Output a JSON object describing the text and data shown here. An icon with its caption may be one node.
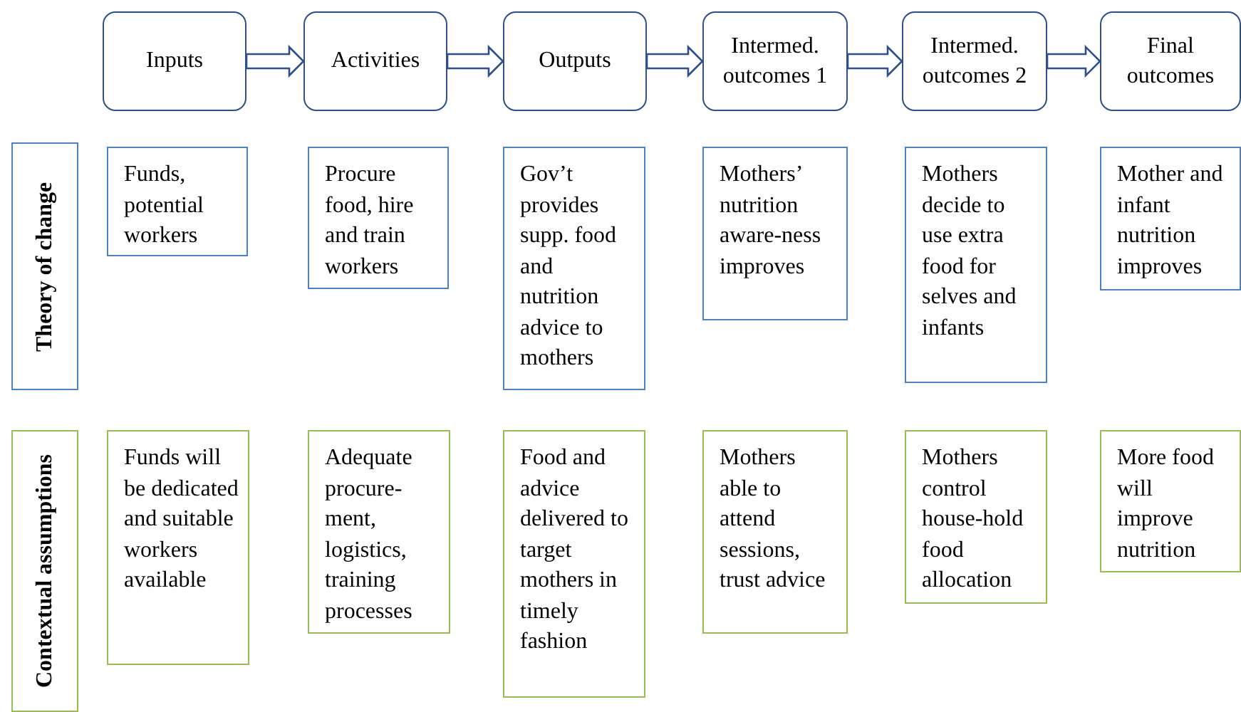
{
  "diagram": {
    "nodes": [
      {
        "text": [
          "Inputs"
        ]
      },
      {
        "text": [
          "Activities"
        ]
      },
      {
        "text": [
          "Outputs"
        ]
      },
      {
        "text": [
          "Intermed. outcomes 1"
        ]
      },
      {
        "text": [
          "Intermed. outcomes 2"
        ]
      },
      {
        "text": [
          "Final outcomes"
        ]
      },
      {
        "text": [
          "Theory of change"
        ]
      },
      {
        "text": [
          "Funds, potential workers"
        ]
      },
      {
        "text": [
          "Procure food, hire and train workers"
        ]
      },
      {
        "text": [
          "Gov’t provides supp. food and nutrition advice to mothers"
        ]
      },
      {
        "text": [
          "Mothers’ nutrition aware-ness improves"
        ]
      },
      {
        "text": [
          "Mothers decide to use extra food for selves and infants"
        ]
      },
      {
        "text": [
          "Mother and infant nutrition improves"
        ]
      },
      {
        "text": [
          "Contextual assumptions"
        ]
      },
      {
        "text": [
          "Funds will be dedicated and suitable workers available"
        ]
      },
      {
        "text": [
          "Adequate procure-ment, logistics, training processes"
        ]
      },
      {
        "text": [
          "Food and advice delivered to target mothers in timely fashion"
        ]
      },
      {
        "text": [
          "Mothers able to attend sessions, trust advice"
        ]
      },
      {
        "text": [
          "Mothers control house-hold food allocation"
        ]
      },
      {
        "text": [
          "More food will improve nutrition"
        ]
      }
    ],
    "edges": [
      {
        "from": 0,
        "to": 1,
        "arrow": "to"
      },
      {
        "from": 1,
        "to": 2,
        "arrow": "to"
      },
      {
        "from": 2,
        "to": 3,
        "arrow": "to"
      },
      {
        "from": 3,
        "to": 4,
        "arrow": "to"
      },
      {
        "from": 4,
        "to": 5,
        "arrow": "to"
      }
    ]
  }
}
